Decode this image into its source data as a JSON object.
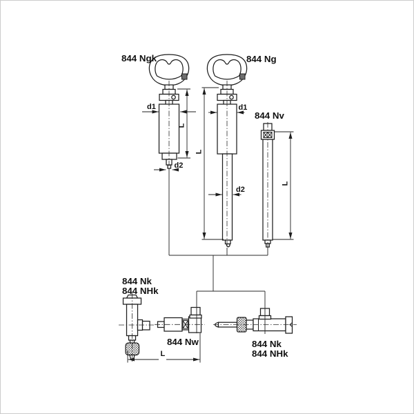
{
  "diagram": {
    "background": "#ffffff",
    "line_color": "#1d1d1d",
    "parts": {
      "ngk": {
        "label": "844 Ngk"
      },
      "ng": {
        "label": "844 Ng"
      },
      "nv": {
        "label": "844 Nv"
      },
      "nk_left": {
        "label_line1": "844 Nk",
        "label_line2": "844 NHk"
      },
      "nw": {
        "label": "844 Nw"
      },
      "nk_right": {
        "label_line1": "844 Nk",
        "label_line2": "844 NHk"
      }
    },
    "dimension_labels": {
      "d1": "d1",
      "d2": "d2",
      "L": "L"
    }
  }
}
